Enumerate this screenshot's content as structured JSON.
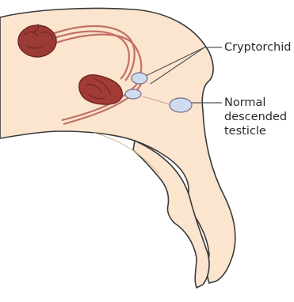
{
  "labels": {
    "cryptorchid": "Cryptorchid",
    "normal_line1": "Normal",
    "normal_line2": "descended",
    "normal_line3": "testicle"
  },
  "colors": {
    "skin": "#fbe5cf",
    "outline": "#3a3a3a",
    "kidney": "#9c3b36",
    "bladder": "#a23a35",
    "ducts": "#c26f66",
    "testicle": "#cfdcef",
    "leader": "#555555"
  }
}
